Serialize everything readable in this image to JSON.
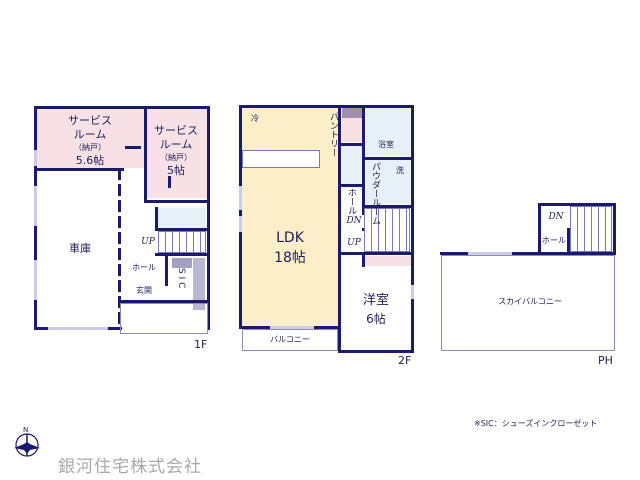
{
  "floor_1": {
    "tag": "1F",
    "rooms": {
      "service_room_a": {
        "line1": "サービス",
        "line2": "ルーム",
        "line3": "（納戸）",
        "area": "5.6帖"
      },
      "service_room_b": {
        "line1": "サービス",
        "line2": "ルーム",
        "line3": "（納戸）",
        "area": "5帖"
      },
      "garage": "車庫",
      "hall": "ホール",
      "entrance": "玄関",
      "sic": "S I C",
      "stairs_up": "UP"
    }
  },
  "floor_2": {
    "tag": "2F",
    "rooms": {
      "ldk": "LDK",
      "ldk_area": "18帖",
      "pantry": "パントリー",
      "fridge": "冷",
      "bathroom": "浴室",
      "powder_room": "パウダールーム",
      "washer": "洗",
      "hall": "ホール",
      "stairs_dn": "DN",
      "stairs_up": "UP",
      "western_room": "洋室",
      "western_room_area": "6帖",
      "balcony": "バルコニー"
    }
  },
  "floor_ph": {
    "tag": "PH",
    "rooms": {
      "stairs_dn": "DN",
      "hall": "ホール",
      "sky_balcony": "スカイバルコニー"
    }
  },
  "legend": {
    "note": "※SIC：シューズインクローゼット"
  },
  "compass": {
    "north": "N"
  },
  "company": {
    "name": "銀河住宅株式会社"
  },
  "colors": {
    "wall": "#1a1a6e",
    "pink_room": "#f7e1e4",
    "cream_room": "#fbeec9",
    "wet_area": "#e7f0f6"
  }
}
